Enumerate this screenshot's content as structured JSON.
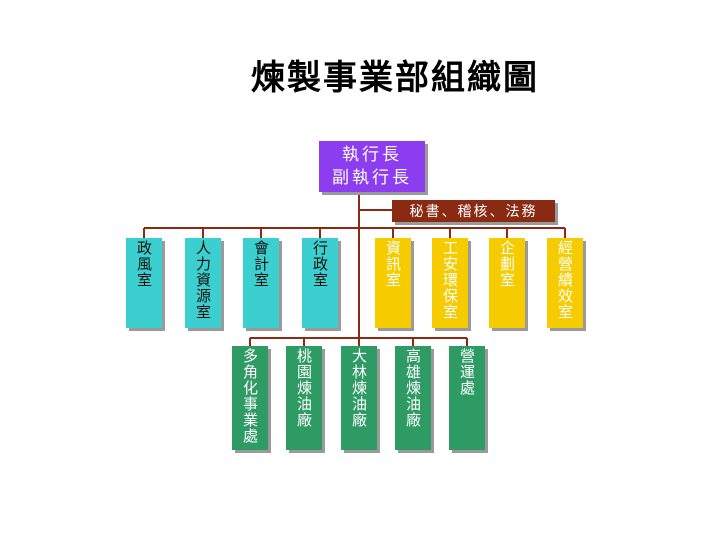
{
  "title": "煉製事業部組織圖",
  "ceo": {
    "line1": "執行長",
    "line2": "副執行長"
  },
  "staff_office": "秘書、稽核、法務",
  "level1": [
    {
      "label": "政風室",
      "color": "#3ccfcf"
    },
    {
      "label": "人力資源室",
      "color": "#3ccfcf"
    },
    {
      "label": "會計室",
      "color": "#3ccfcf"
    },
    {
      "label": "行政室",
      "color": "#3ccfcf"
    },
    {
      "label": "資訊室",
      "color": "#f6cc00"
    },
    {
      "label": "工安環保室",
      "color": "#f6cc00"
    },
    {
      "label": "企劃室",
      "color": "#f6cc00"
    },
    {
      "label": "經營績效室",
      "color": "#f6cc00"
    }
  ],
  "level2": [
    {
      "label": "多角化事業處",
      "color": "#2e9a64"
    },
    {
      "label": "桃園煉油廠",
      "color": "#2e9a64"
    },
    {
      "label": "大林煉油廠",
      "color": "#2e9a64"
    },
    {
      "label": "高雄煉油廠",
      "color": "#2e9a64"
    },
    {
      "label": "營運處",
      "color": "#2e9a64"
    }
  ],
  "line_color": "#8b2a12"
}
